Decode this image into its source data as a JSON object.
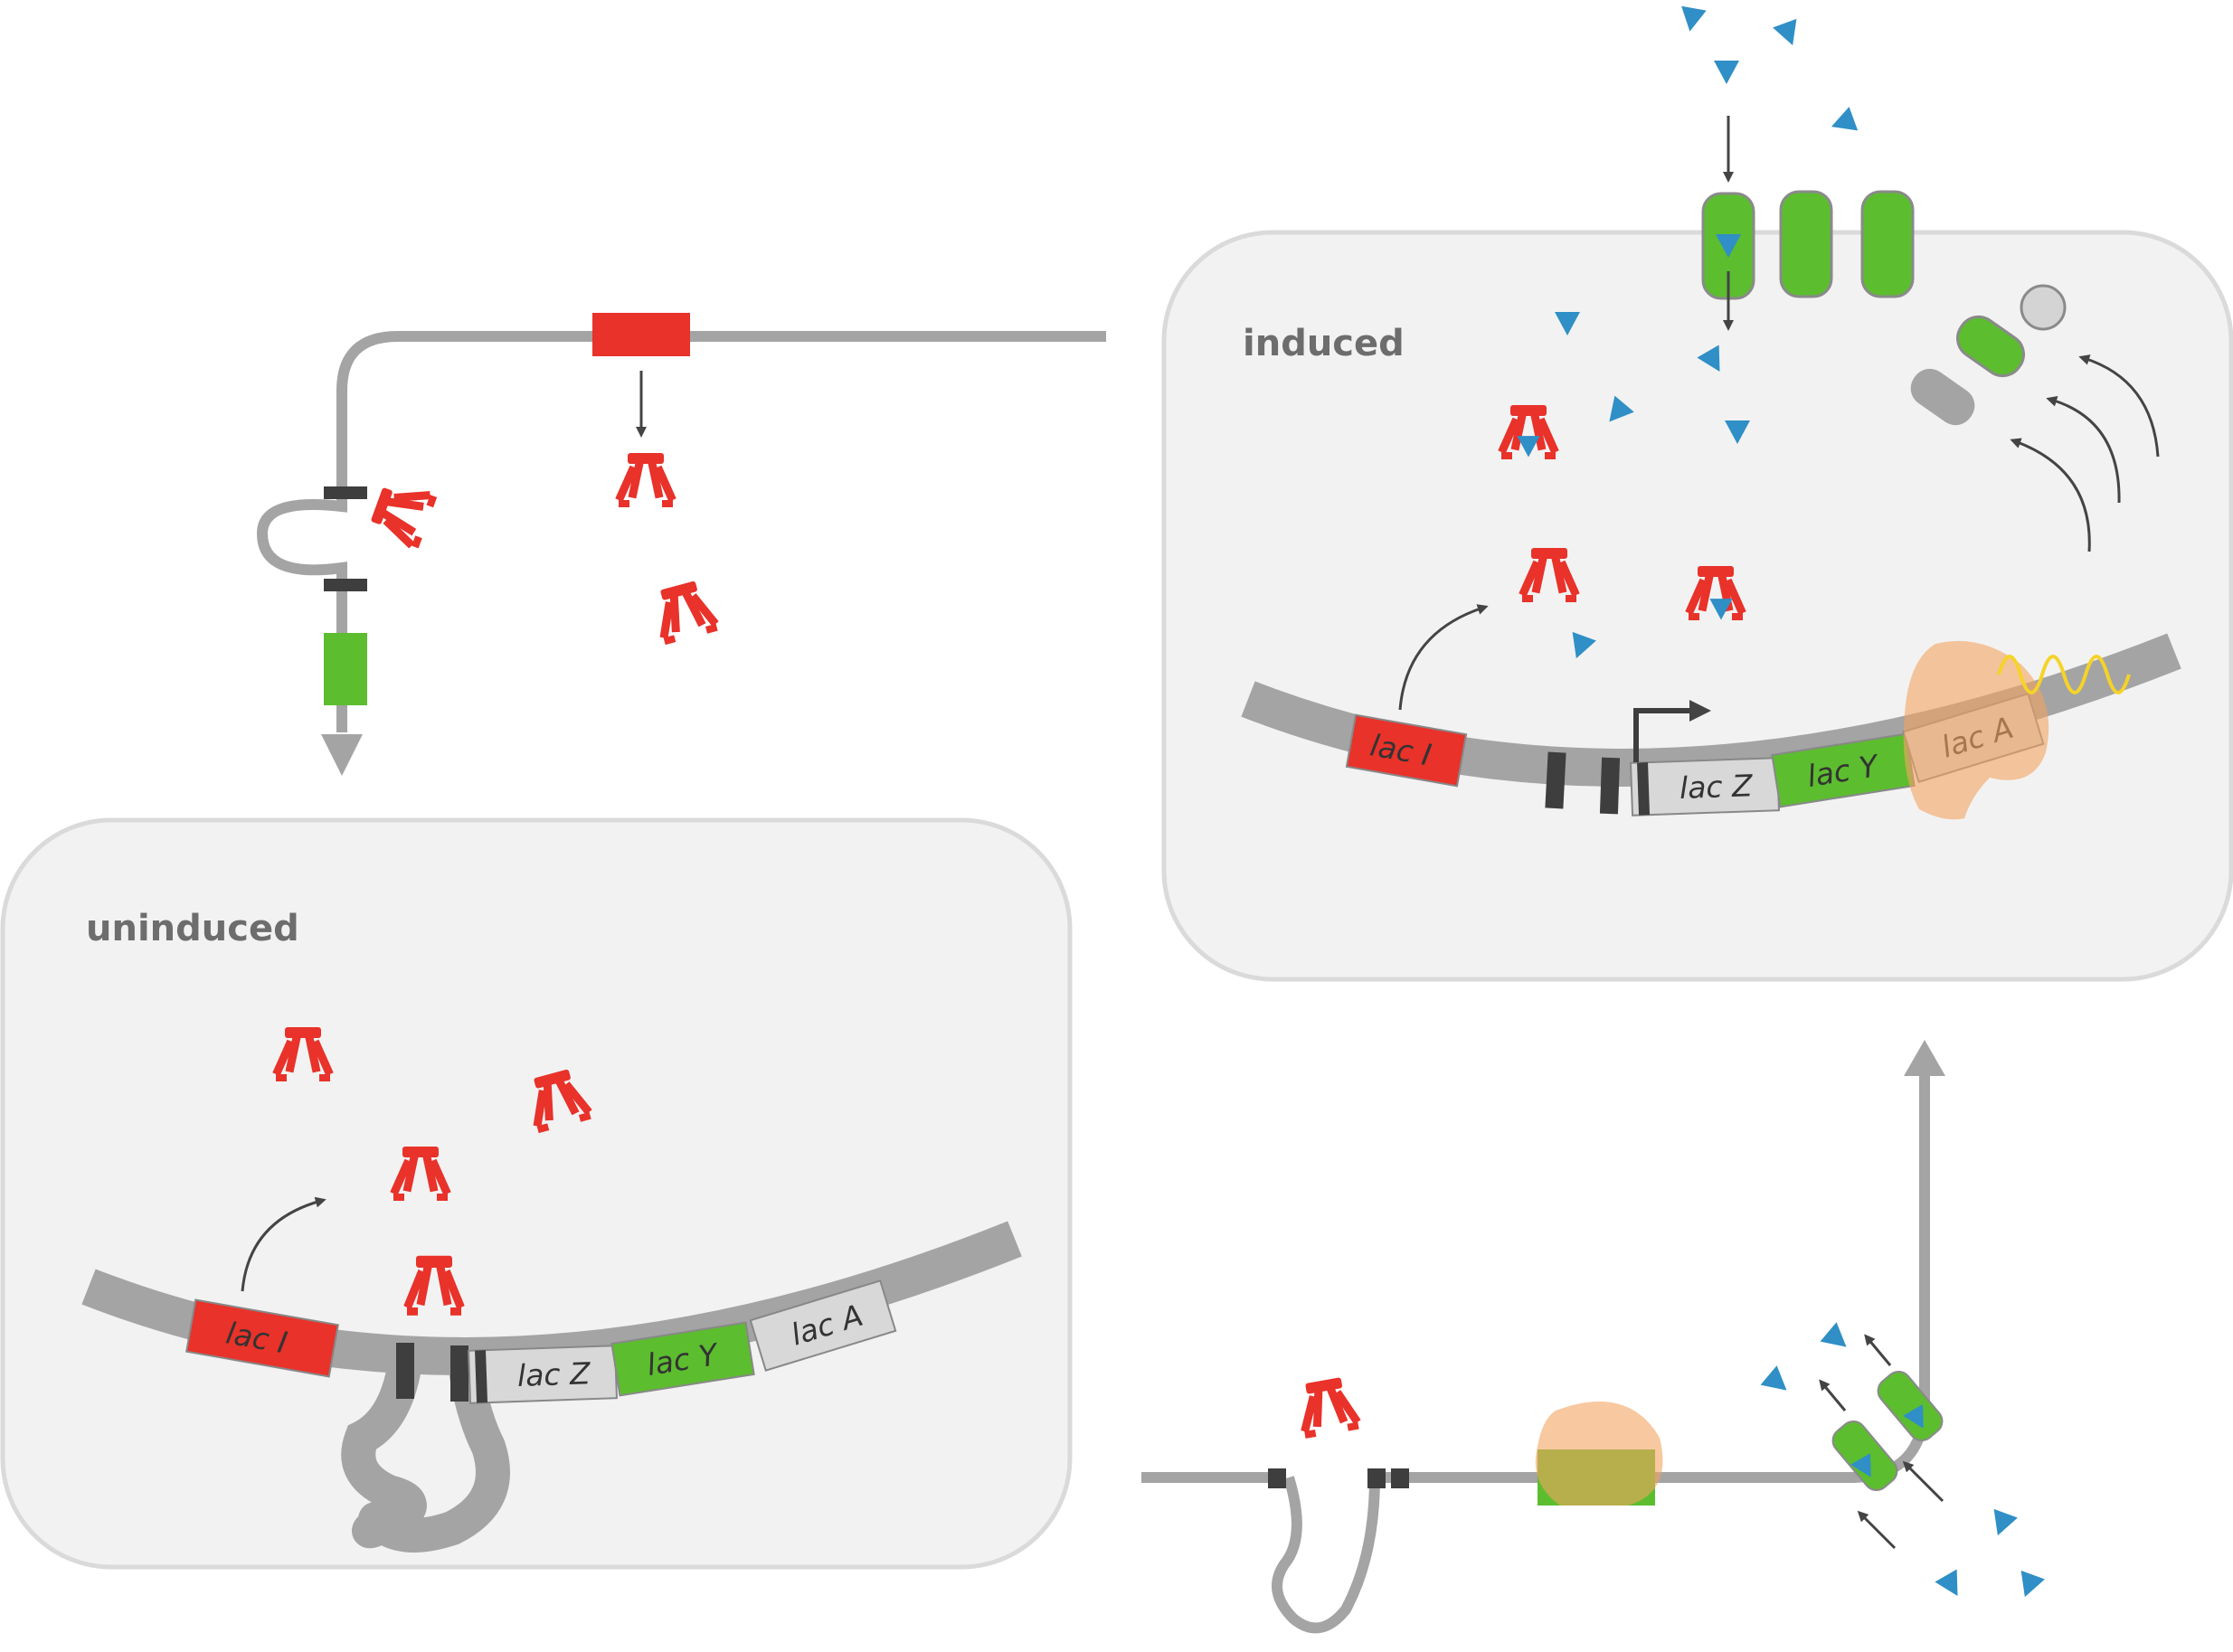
{
  "panels": {
    "induced": {
      "label": "induced"
    },
    "uninduced": {
      "label": "uninduced"
    }
  },
  "genes": {
    "lacI": "lac I",
    "lacZ": "lac Z",
    "lacY": "lac Y",
    "lacA": "lac A"
  },
  "colors": {
    "repressor": "#e8322a",
    "permease": "#5cbd2f",
    "lactose": "#2f8fc6",
    "dna": "#a4a4a4",
    "operator": "#3e3e3e",
    "rna_polymerase": "#f4a460",
    "mrna": "#f5d328",
    "cell_fill": "#f2f2f2",
    "cell_border": "#dadada"
  }
}
